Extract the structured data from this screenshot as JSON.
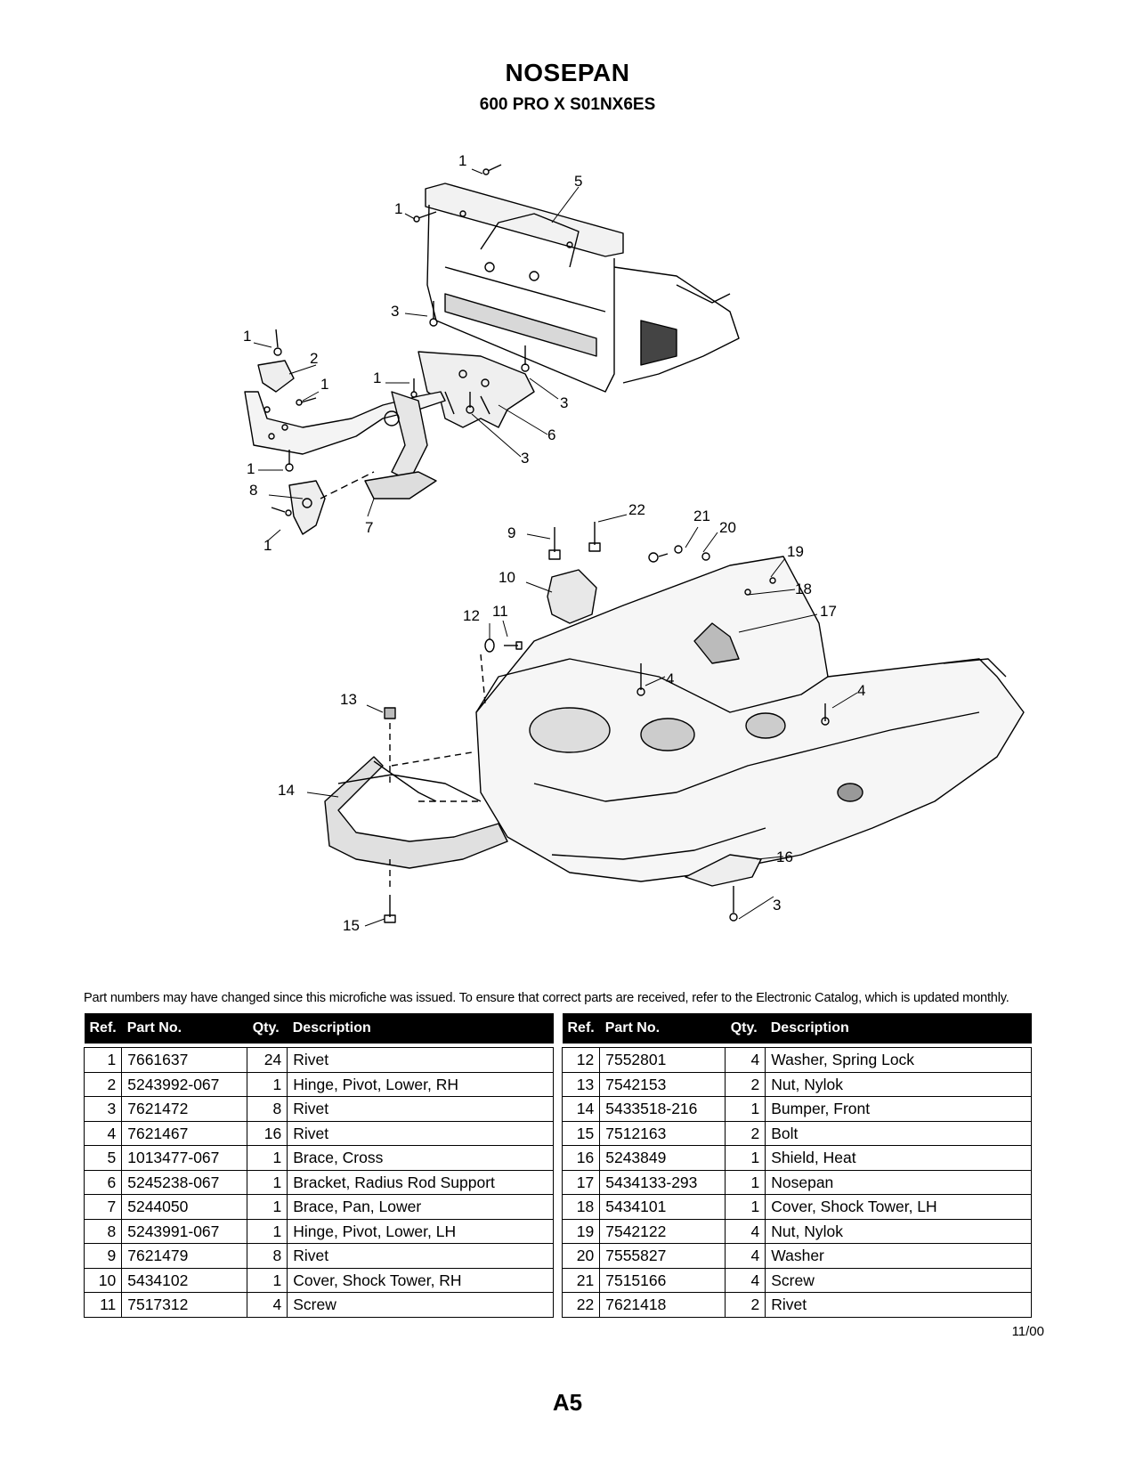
{
  "header": {
    "title": "NOSEPAN",
    "subtitle": "600 PRO X S01NX6ES"
  },
  "diagram": {
    "callouts": [
      "1",
      "5",
      "1",
      "3",
      "1",
      "2",
      "1",
      "1",
      "3",
      "6",
      "3",
      "1",
      "8",
      "7",
      "1",
      "22",
      "21",
      "20",
      "9",
      "19",
      "10",
      "18",
      "17",
      "12",
      "11",
      "4",
      "4",
      "13",
      "14",
      "16",
      "15",
      "3"
    ]
  },
  "notice": "Part numbers may have changed since this microfiche was issued.  To ensure that correct parts are received, refer to the Electronic Catalog, which is updated monthly.",
  "table": {
    "headers": {
      "ref": "Ref.",
      "part_no": "Part No.",
      "qty": "Qty.",
      "description": "Description"
    },
    "left": [
      {
        "ref": "1",
        "part_no": "7661637",
        "qty": "24",
        "description": "Rivet"
      },
      {
        "ref": "2",
        "part_no": "5243992-067",
        "qty": "1",
        "description": "Hinge, Pivot, Lower, RH"
      },
      {
        "ref": "3",
        "part_no": "7621472",
        "qty": "8",
        "description": "Rivet"
      },
      {
        "ref": "4",
        "part_no": "7621467",
        "qty": "16",
        "description": "Rivet"
      },
      {
        "ref": "5",
        "part_no": "1013477-067",
        "qty": "1",
        "description": "Brace, Cross"
      },
      {
        "ref": "6",
        "part_no": "5245238-067",
        "qty": "1",
        "description": "Bracket, Radius Rod Support"
      },
      {
        "ref": "7",
        "part_no": "5244050",
        "qty": "1",
        "description": "Brace, Pan, Lower"
      },
      {
        "ref": "8",
        "part_no": "5243991-067",
        "qty": "1",
        "description": "Hinge, Pivot, Lower, LH"
      },
      {
        "ref": "9",
        "part_no": "7621479",
        "qty": "8",
        "description": "Rivet"
      },
      {
        "ref": "10",
        "part_no": "5434102",
        "qty": "1",
        "description": "Cover, Shock Tower, RH"
      },
      {
        "ref": "11",
        "part_no": "7517312",
        "qty": "4",
        "description": "Screw"
      }
    ],
    "right": [
      {
        "ref": "12",
        "part_no": "7552801",
        "qty": "4",
        "description": "Washer, Spring Lock"
      },
      {
        "ref": "13",
        "part_no": "7542153",
        "qty": "2",
        "description": "Nut, Nylok"
      },
      {
        "ref": "14",
        "part_no": "5433518-216",
        "qty": "1",
        "description": "Bumper, Front"
      },
      {
        "ref": "15",
        "part_no": "7512163",
        "qty": "2",
        "description": "Bolt"
      },
      {
        "ref": "16",
        "part_no": "5243849",
        "qty": "1",
        "description": "Shield, Heat"
      },
      {
        "ref": "17",
        "part_no": "5434133-293",
        "qty": "1",
        "description": "Nosepan"
      },
      {
        "ref": "18",
        "part_no": "5434101",
        "qty": "1",
        "description": "Cover, Shock Tower, LH"
      },
      {
        "ref": "19",
        "part_no": "7542122",
        "qty": "4",
        "description": "Nut, Nylok"
      },
      {
        "ref": "20",
        "part_no": "7555827",
        "qty": "4",
        "description": "Washer"
      },
      {
        "ref": "21",
        "part_no": "7515166",
        "qty": "4",
        "description": "Screw"
      },
      {
        "ref": "22",
        "part_no": "7621418",
        "qty": "2",
        "description": "Rivet"
      }
    ]
  },
  "footer": {
    "date": "11/00",
    "page": "A5"
  }
}
